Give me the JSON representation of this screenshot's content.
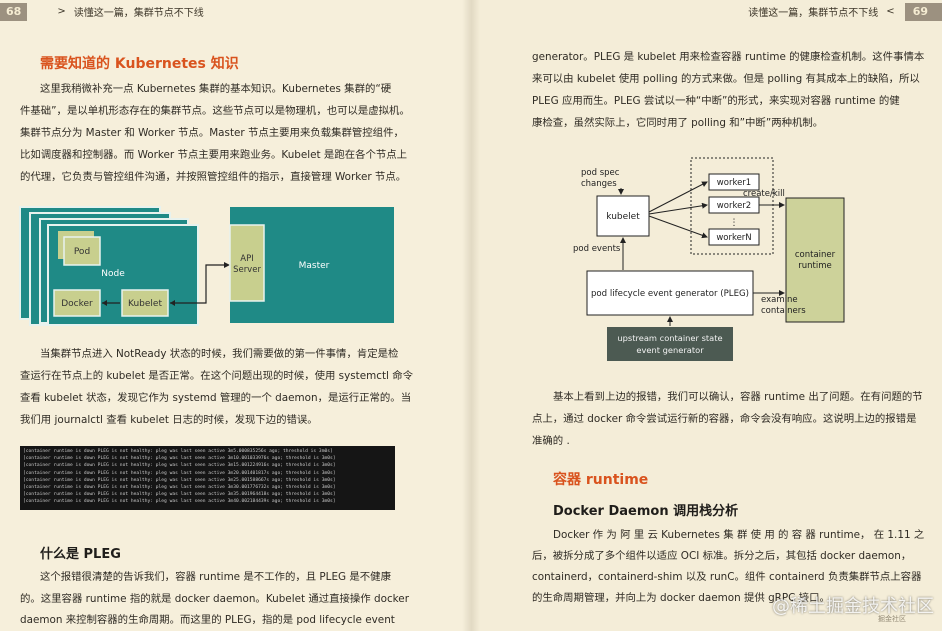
{
  "left": {
    "header": {
      "page_number": "68",
      "arrow": ">",
      "title": "读懂这一篇，集群节点不下线"
    },
    "section_title": "需要知道的 Kubernetes 知识",
    "para1": [
      "这里我稍微补充一点 Kubernetes 集群的基本知识。Kubernetes 集群的“硬",
      "件基础”，是以单机形态存在的集群节点。这些节点可以是物理机，也可以是虚拟机。",
      "集群节点分为 Master 和 Worker 节点。Master 节点主要用来负载集群管控组件，",
      "比如调度器和控制器。而 Worker 节点主要用来跑业务。Kubelet 是跑在各个节点上",
      "的代理，它负责与管控组件沟通，并按照管控组件的指示，直接管理 Worker 节点。"
    ],
    "diagram1": {
      "pod": "Pod",
      "node": "Node",
      "docker": "Docker",
      "kubelet": "Kubelet",
      "api1": "API",
      "api2": "Server",
      "master": "Master"
    },
    "para2": [
      "当集群节点进入 NotReady 状态的时候，我们需要做的第一件事情，肯定是检",
      "查运行在节点上的 kubelet 是否正常。在这个问题出现的时候，使用 systemctl 命令",
      "查看 kubelet 状态，发现它作为 systemd 管理的一个 daemon，是运行正常的。当",
      "我们用 journalctl 查看 kubelet 日志的时候，发现下边的错误。"
    ],
    "terminal_lines": [
      "[container runtime is down PLEG is not healthy: pleg was last seen active 3m5.000835256s ago; threshold is 3m0s]",
      "[container runtime is down PLEG is not healthy: pleg was last seen active 3m10.001033976s ago; threshold is 3m0s]",
      "[container runtime is down PLEG is not healthy: pleg was last seen active 3m15.001224916s ago; threshold is 3m0s]",
      "[container runtime is down PLEG is not healthy: pleg was last seen active 3m20.001401817s ago; threshold is 3m0s]",
      "[container runtime is down PLEG is not healthy: pleg was last seen active 3m25.001588667s ago; threshold is 3m0s]",
      "[container runtime is down PLEG is not healthy: pleg was last seen active 3m30.001776732s ago; threshold is 3m0s]",
      "[container runtime is down PLEG is not healthy: pleg was last seen active 3m35.001964418s ago; threshold is 3m0s]",
      "[container runtime is down PLEG is not healthy: pleg was last seen active 3m40.002184439s ago; threshold is 3m0s]",
      "[container runtime is down PLEG is not healthy: pleg was last seen active 3m45.002370225s ago; threshold is 3m0s]"
    ],
    "subsection_title": "什么是 PLEG",
    "para3": [
      "这个报错很清楚的告诉我们，容器 runtime 是不工作的，且 PLEG 是不健康",
      "的。这里容器 runtime 指的就是 docker daemon。Kubelet 通过直接操作 docker",
      "daemon 来控制容器的生命周期。而这里的 PLEG，指的是 pod lifecycle event"
    ]
  },
  "right": {
    "header": {
      "title": "读懂这一篇，集群节点不下线",
      "arrow": "<",
      "page_number": "69"
    },
    "para1": [
      "generator。PLEG 是 kubelet 用来检查容器 runtime 的健康检查机制。这件事情本",
      "来可以由 kubelet 使用 polling 的方式来做。但是 polling 有其成本上的缺陷，所以",
      "PLEG 应用而生。PLEG 尝试以一种“中断”的形式，来实现对容器 runtime 的健",
      "康检查，虽然实际上，它同时用了 polling 和”中断”两种机制。"
    ],
    "diagram2": {
      "pod_spec_1": "pod spec",
      "pod_spec_2": "changes",
      "kubelet": "kubelet",
      "worker1": "worker1",
      "worker2": "worker2",
      "workerN": "workerN",
      "create_kill": "create/kill",
      "container_runtime_1": "container",
      "container_runtime_2": "runtime",
      "pod_events": "pod events",
      "pleg": "pod lifecycle event generator (PLEG)",
      "examine_1": "examine",
      "examine_2": "containers",
      "upstream_1": "upstream container state",
      "upstream_2": "event generator"
    },
    "para2": [
      "基本上看到上边的报错，我们可以确认，容器 runtime 出了问题。在有问题的节",
      "点上，通过 docker 命令尝试运行新的容器，命令会没有响应。这说明上边的报错是",
      "准确的 ."
    ],
    "section_title": "容器 runtime",
    "subsection_title": "Docker Daemon 调用栈分析",
    "para3": [
      "Docker 作 为 阿 里 云 Kubernetes 集 群 使 用 的 容 器 runtime， 在 1.11 之",
      "后，被拆分成了多个组件以适应 OCI 标准。拆分之后，其包括 docker daemon，",
      "containerd，containerd-shim 以及 runC。组件 containerd 负责集群节点上容器",
      "的生命周期管理，并向上为 docker daemon 提供 gRPC 接口。"
    ],
    "watermark": "@稀土掘金技术社区",
    "watermark_small": "掘金社区"
  },
  "colors": {
    "accent": "#d9531e",
    "teal": "#1f8a86",
    "olive": "#c8cf8e",
    "gray_box": "#4c5a52"
  }
}
